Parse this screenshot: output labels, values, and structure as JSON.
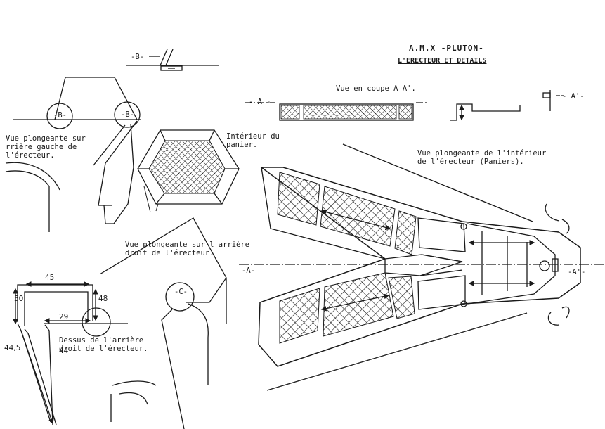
{
  "title": "A.M.X -PLUTON-",
  "subtitle": "L'ERECTEUR ET DETAILS",
  "section_view": {
    "caption": "Vue en coupe A A'.",
    "marker_a": "- A -",
    "marker_a_prime": "- A'-"
  },
  "detail_markers": {
    "b_top": "-B-",
    "b_left": "-B-",
    "b_right": "-B-",
    "c": "-C-",
    "axis_a": "-A-",
    "axis_a_prime": "-A'-"
  },
  "captions": {
    "rear_left": "Vue plongeante sur\nrrière gauche de\nl'érecteur.",
    "basket_interior": "Intérieur du\npanier.",
    "erector_interior": "Vue plongeante de l'intérieur\nde l'érecteur (Paniers).",
    "rear_right": "Vue plongeante sur l'arrière\ndroit de l'érecteur.",
    "top_rear_right": "Dessus de l'arrière\ndroit de l'érecteur."
  },
  "dimensions": {
    "d45": "45",
    "d50": "50",
    "d48": "48",
    "d29": "29",
    "d44_5": "44,5",
    "d44": "44"
  },
  "colors": {
    "ink": "#1a1a1a",
    "paper": "#ffffff"
  }
}
